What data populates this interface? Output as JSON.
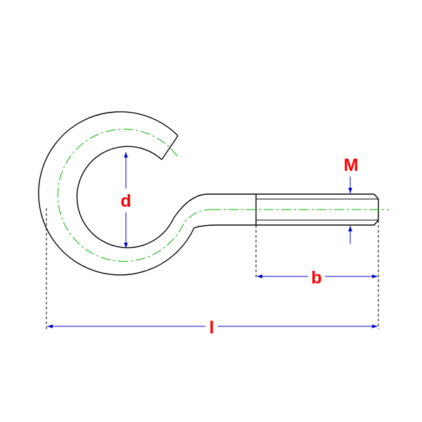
{
  "labels": {
    "d": "d",
    "M": "M",
    "b": "b",
    "l": "l"
  },
  "colors": {
    "outline": "#000000",
    "centerline": "#00b000",
    "dimension": "#0000cc",
    "label": "#ff0000"
  }
}
